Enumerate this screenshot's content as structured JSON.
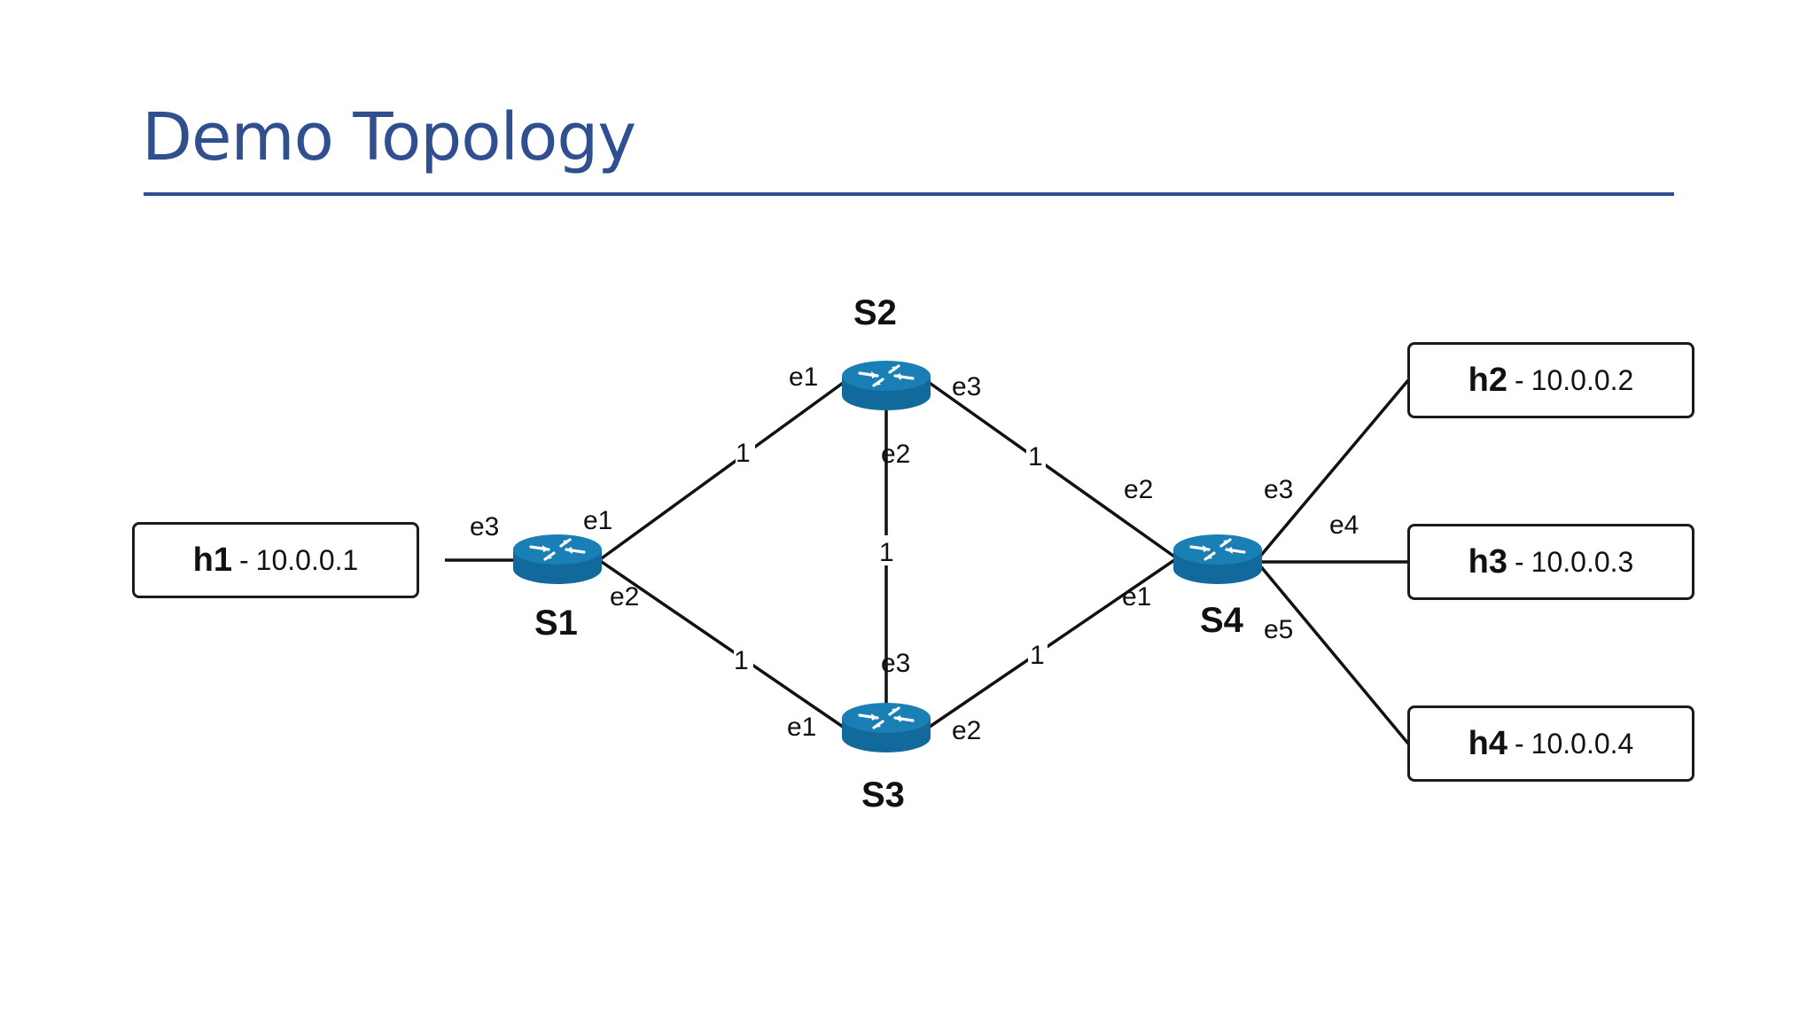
{
  "title": "Demo Topology",
  "colors": {
    "title": "#2f4f8f",
    "rule": "#2f4f8f",
    "router_body": "#11699c",
    "router_top": "#1a7fb5",
    "line": "#111111"
  },
  "separator": "-",
  "hosts": [
    {
      "id": "h1",
      "name": "h1",
      "ip": "10.0.0.1"
    },
    {
      "id": "h2",
      "name": "h2",
      "ip": "10.0.0.2"
    },
    {
      "id": "h3",
      "name": "h3",
      "ip": "10.0.0.3"
    },
    {
      "id": "h4",
      "name": "h4",
      "ip": "10.0.0.4"
    }
  ],
  "switches": [
    {
      "id": "S1",
      "label": "S1",
      "icon": "router-icon"
    },
    {
      "id": "S2",
      "label": "S2",
      "icon": "router-icon"
    },
    {
      "id": "S3",
      "label": "S3",
      "icon": "router-icon"
    },
    {
      "id": "S4",
      "label": "S4",
      "icon": "router-icon"
    }
  ],
  "links": [
    {
      "id": "h1-s1",
      "from": "h1",
      "to": "S1",
      "to_port": "e3",
      "cost": ""
    },
    {
      "id": "s1-s2",
      "from": "S1",
      "from_port": "e1",
      "to": "S2",
      "to_port": "e1",
      "cost": "1"
    },
    {
      "id": "s1-s3",
      "from": "S1",
      "from_port": "e2",
      "to": "S3",
      "to_port": "e1",
      "cost": "1"
    },
    {
      "id": "s2-s3",
      "from": "S2",
      "from_port": "e2",
      "to": "S3",
      "to_port": "e3",
      "cost": "1"
    },
    {
      "id": "s2-s4",
      "from": "S2",
      "from_port": "e3",
      "to": "S4",
      "to_port": "e2",
      "cost": "1"
    },
    {
      "id": "s3-s4",
      "from": "S3",
      "from_port": "e2",
      "to": "S4",
      "to_port": "e1",
      "cost": "1"
    },
    {
      "id": "s4-h2",
      "from": "S4",
      "from_port": "e3",
      "to": "h2",
      "cost": ""
    },
    {
      "id": "s4-h3",
      "from": "S4",
      "from_port": "e4",
      "to": "h3",
      "cost": ""
    },
    {
      "id": "s4-h4",
      "from": "S4",
      "from_port": "e5",
      "to": "h4",
      "cost": ""
    }
  ]
}
